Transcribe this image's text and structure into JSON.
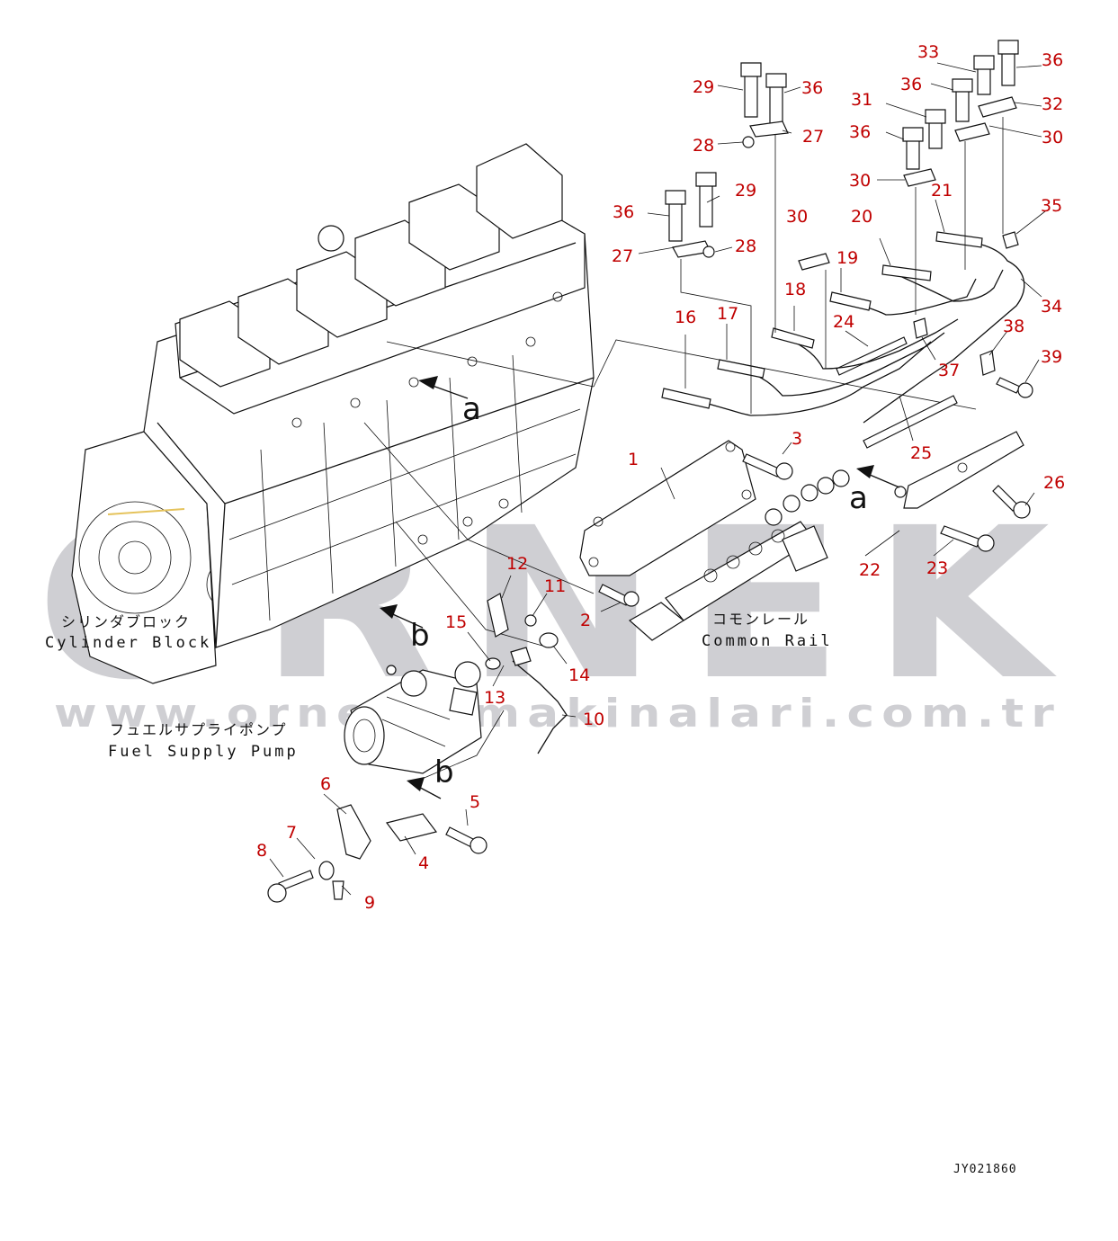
{
  "watermark": {
    "brand": "ORNEK",
    "website": "www.ornekismakinalari.com.tr",
    "color": "#cfcfd3"
  },
  "captions": {
    "cylinder_block_jp": "シリンダブロック",
    "cylinder_block_en": "Cylinder Block",
    "common_rail_jp": "コモンレール",
    "common_rail_en": "Common Rail",
    "fuel_supply_pump_jp": "フュエルサプライポンプ",
    "fuel_supply_pump_en": "Fuel Supply Pump"
  },
  "view_markers": {
    "a1": "a",
    "a2": "a",
    "b1": "b",
    "b2": "b"
  },
  "drawing_number": "JY021860",
  "callout_color": "#c00000",
  "callouts": {
    "c1": "1",
    "c2": "2",
    "c3": "3",
    "c4": "4",
    "c5": "5",
    "c6": "6",
    "c7": "7",
    "c8": "8",
    "c9": "9",
    "c10": "10",
    "c11": "11",
    "c12": "12",
    "c13": "13",
    "c14": "14",
    "c15": "15",
    "c16": "16",
    "c17": "17",
    "c18": "18",
    "c19": "19",
    "c20": "20",
    "c21": "21",
    "c22": "22",
    "c23": "23",
    "c24": "24",
    "c25": "25",
    "c26": "26",
    "c27a": "27",
    "c27b": "27",
    "c28a": "28",
    "c28b": "28",
    "c29a": "29",
    "c29b": "29",
    "c30a": "30",
    "c30b": "30",
    "c30c": "30",
    "c31": "31",
    "c32": "32",
    "c33": "33",
    "c34": "34",
    "c35": "35",
    "c36a": "36",
    "c36b": "36",
    "c36c": "36",
    "c36d": "36",
    "c36e": "36",
    "c37": "37",
    "c38": "38",
    "c39": "39"
  }
}
